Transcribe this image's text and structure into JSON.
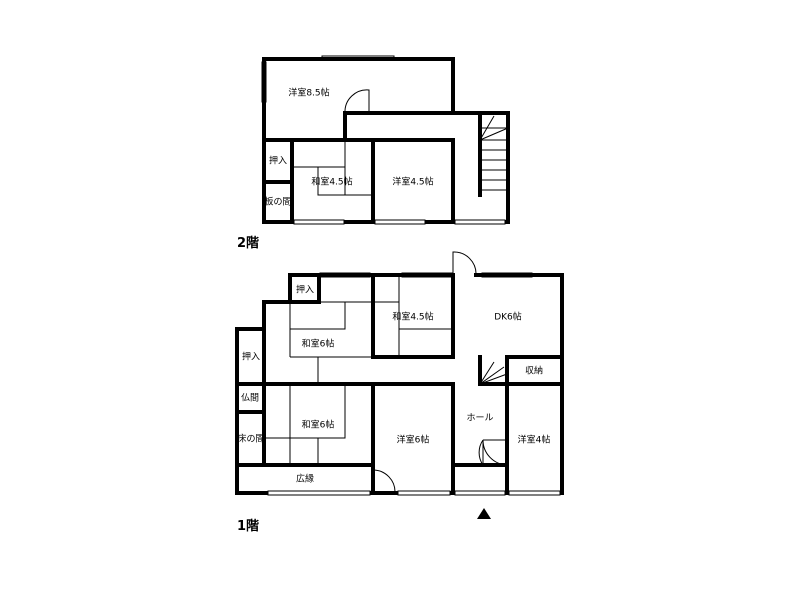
{
  "floor2": {
    "label": "2階",
    "rooms": {
      "western_85": "洋室8.5帖",
      "closet": "押入",
      "japanese_45": "和室4.5帖",
      "western_45": "洋室4.5帖",
      "wood_floor": "板の間"
    }
  },
  "floor1": {
    "label": "1階",
    "rooms": {
      "closet_top": "押入",
      "japanese_6_upper": "和室6帖",
      "japanese_45": "和室4.5帖",
      "dk": "DK6帖",
      "closet_left": "押入",
      "storage": "収納",
      "butsuma": "仏間",
      "japanese_6_lower": "和室6帖",
      "tokonoma": "床の間",
      "western_6": "洋室6帖",
      "hall": "ホール",
      "western_4": "洋室4帖",
      "engawa": "広縁"
    },
    "entrance_marker": "triangle-up"
  }
}
